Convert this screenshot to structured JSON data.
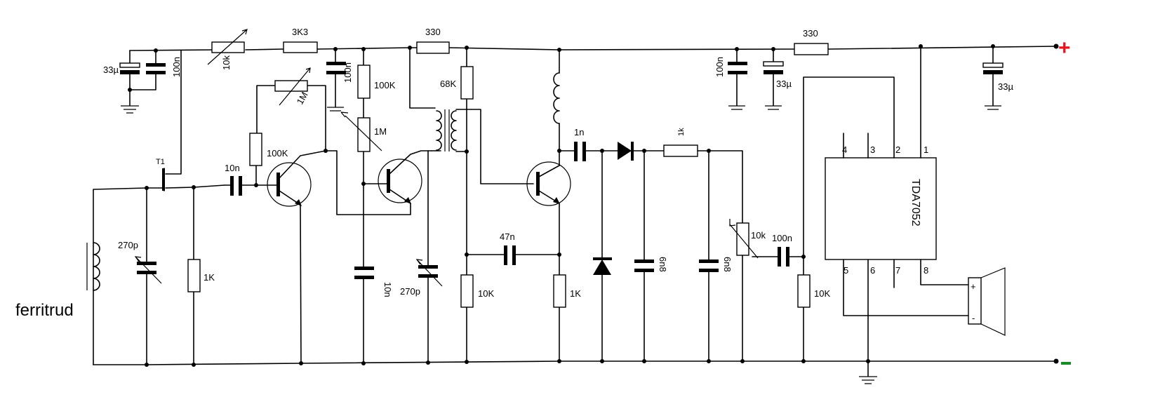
{
  "colors": {
    "positive": "#e8141b",
    "negative": "#1a8a2a",
    "wire": "#000000"
  },
  "supply": {
    "positive_label": "+",
    "negative_label": "-"
  },
  "antenna": {
    "label": "ferritrud"
  },
  "ic": {
    "name": "TDA7052",
    "pins": [
      "4",
      "3",
      "2",
      "1",
      "5",
      "6",
      "7",
      "8"
    ]
  },
  "speaker": {
    "plus": "+",
    "minus": "-"
  },
  "transistor": {
    "t1": "T1"
  },
  "components": {
    "c_33u_a": "33µ",
    "c_100n_a": "100n",
    "r_10k_pot_top": "10k",
    "r_3k3": "3K3",
    "c_100n_b": "100n",
    "r_330_a": "330",
    "r_100k_a": "100K",
    "r_1m_pot_a": "1M",
    "r_1m_pot_b": "1M",
    "r_100k_b": "100K",
    "r_68k": "68K",
    "c_1n": "1n",
    "r_1k_top": "1k",
    "c_100n_c": "100n",
    "c_33u_b": "33µ",
    "r_330_b": "330",
    "c_33u_c": "33µ",
    "c_10n_a": "10n",
    "c_270p_a": "270p",
    "r_1k_a": "1K",
    "c_10n_b": "10n",
    "c_270p_b": "270p",
    "c_47n": "47n",
    "r_10k_a": "10K",
    "r_1k_b": "1K",
    "c_6n8_a": "6n8",
    "c_6n8_b": "6n8",
    "r_10k_pot_vol": "10k",
    "c_100n_d": "100n",
    "r_10k_b": "10K"
  }
}
